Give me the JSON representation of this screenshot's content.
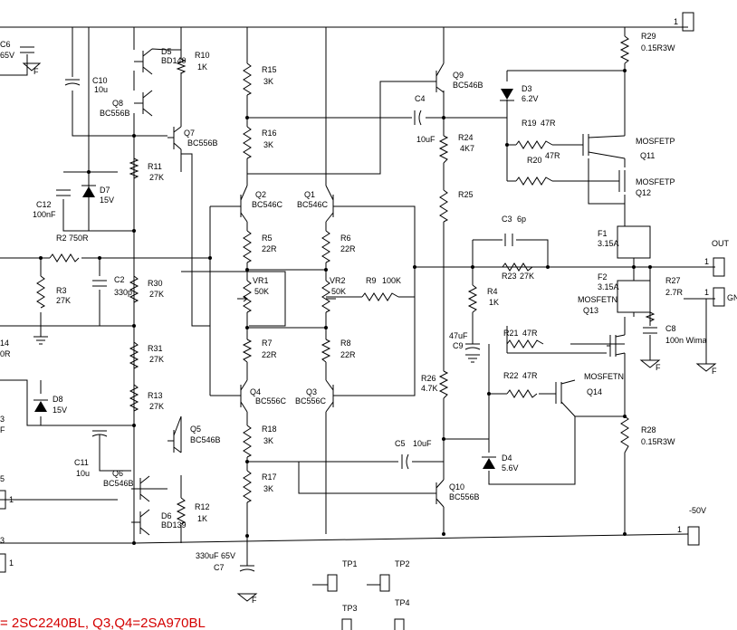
{
  "colors": {
    "wire": "#000000",
    "background": "#ffffff",
    "footnote": "#d40000"
  },
  "rails": {
    "top": "",
    "bottom": "-50V",
    "top_pin": "1",
    "bottom_pin": "1"
  },
  "outputs": {
    "out": "OUT",
    "gnd": "GN",
    "out_pin": "1",
    "gnd_pin": "1"
  },
  "resistors": [
    {
      "name": "R10",
      "value": "1K"
    },
    {
      "name": "R11",
      "value": "27K"
    },
    {
      "name": "R2",
      "value": "750R"
    },
    {
      "name": "R3",
      "value": "27K"
    },
    {
      "name": "R30",
      "value": "27K"
    },
    {
      "name": "R31",
      "value": "27K"
    },
    {
      "name": "R13",
      "value": "27K"
    },
    {
      "name": "R12",
      "value": "1K"
    },
    {
      "name": "R15",
      "value": "3K"
    },
    {
      "name": "R16",
      "value": "3K"
    },
    {
      "name": "R5",
      "value": "22R"
    },
    {
      "name": "R6",
      "value": "22R"
    },
    {
      "name": "R7",
      "value": "22R"
    },
    {
      "name": "R8",
      "value": "22R"
    },
    {
      "name": "R9",
      "value": "100K"
    },
    {
      "name": "R18",
      "value": "3K"
    },
    {
      "name": "R17",
      "value": "3K"
    },
    {
      "name": "R24",
      "value": "4K7"
    },
    {
      "name": "R25",
      "value": ""
    },
    {
      "name": "R26",
      "value": "4.7K"
    },
    {
      "name": "R4",
      "value": "1K"
    },
    {
      "name": "R23",
      "value": "27K"
    },
    {
      "name": "R19",
      "value": "47R"
    },
    {
      "name": "R20",
      "value": "47R"
    },
    {
      "name": "R21",
      "value": "47R"
    },
    {
      "name": "R22",
      "value": "47R"
    },
    {
      "name": "R27",
      "value": "2.7R"
    },
    {
      "name": "R28",
      "value": "0.15R3W"
    },
    {
      "name": "R29",
      "value": "0.15R3W"
    }
  ],
  "capacitors": [
    {
      "name": "C6",
      "value": "65V"
    },
    {
      "name": "C10",
      "value": "10u"
    },
    {
      "name": "C12",
      "value": "100nF"
    },
    {
      "name": "C2",
      "value": "330p"
    },
    {
      "name": "C11",
      "value": "10u"
    },
    {
      "name": "C4",
      "value": "10uF"
    },
    {
      "name": "C5",
      "value": "10uF"
    },
    {
      "name": "C3",
      "value": "6p"
    },
    {
      "name": "C9",
      "value": "47uF"
    },
    {
      "name": "C8",
      "value": "100n Wima"
    },
    {
      "name": "C7",
      "value": "330uF 65V"
    }
  ],
  "transistors": [
    {
      "name": "Q8",
      "type": "BC556B"
    },
    {
      "name": "Q7",
      "type": "BC556B"
    },
    {
      "name": "Q2",
      "type": "BC546C"
    },
    {
      "name": "Q1",
      "type": "BC546C"
    },
    {
      "name": "Q4",
      "type": "BC556C"
    },
    {
      "name": "Q3",
      "type": "BC556C"
    },
    {
      "name": "Q5",
      "type": "BC546B"
    },
    {
      "name": "Q6",
      "type": "BC546B"
    },
    {
      "name": "Q9",
      "type": "BC546B"
    },
    {
      "name": "Q10",
      "type": "BC556B"
    },
    {
      "name": "Q11",
      "type": "MOSFETP"
    },
    {
      "name": "Q12",
      "type": "MOSFETP"
    },
    {
      "name": "Q13",
      "type": "MOSFETN"
    },
    {
      "name": "Q14",
      "type": "MOSFETN"
    }
  ],
  "diodes": [
    {
      "name": "D5",
      "type": "BD140"
    },
    {
      "name": "D6",
      "type": "BD139"
    },
    {
      "name": "D7",
      "type": "15V"
    },
    {
      "name": "D8",
      "type": "15V"
    },
    {
      "name": "D3",
      "type": "6.2V"
    },
    {
      "name": "D4",
      "type": "5.6V"
    }
  ],
  "trimmers": [
    {
      "name": "VR1",
      "value": "50K"
    },
    {
      "name": "VR2",
      "value": "50K"
    }
  ],
  "fuses": [
    {
      "name": "F1",
      "value": "3.15A"
    },
    {
      "name": "F2",
      "value": "3.15A"
    }
  ],
  "testpoints": [
    "TP1",
    "TP2",
    "TP3",
    "TP4"
  ],
  "edge_labels": {
    "r14": "14",
    "r14_value": "0R",
    "c3_cut": "3",
    "c3_cut_value": "F",
    "pin5": "5",
    "pin3": "3",
    "pin_one": "1",
    "pin_one_b": "1"
  },
  "ground_mark": "F",
  "footnote": "= 2SC2240BL, Q3,Q4=2SA970BL"
}
